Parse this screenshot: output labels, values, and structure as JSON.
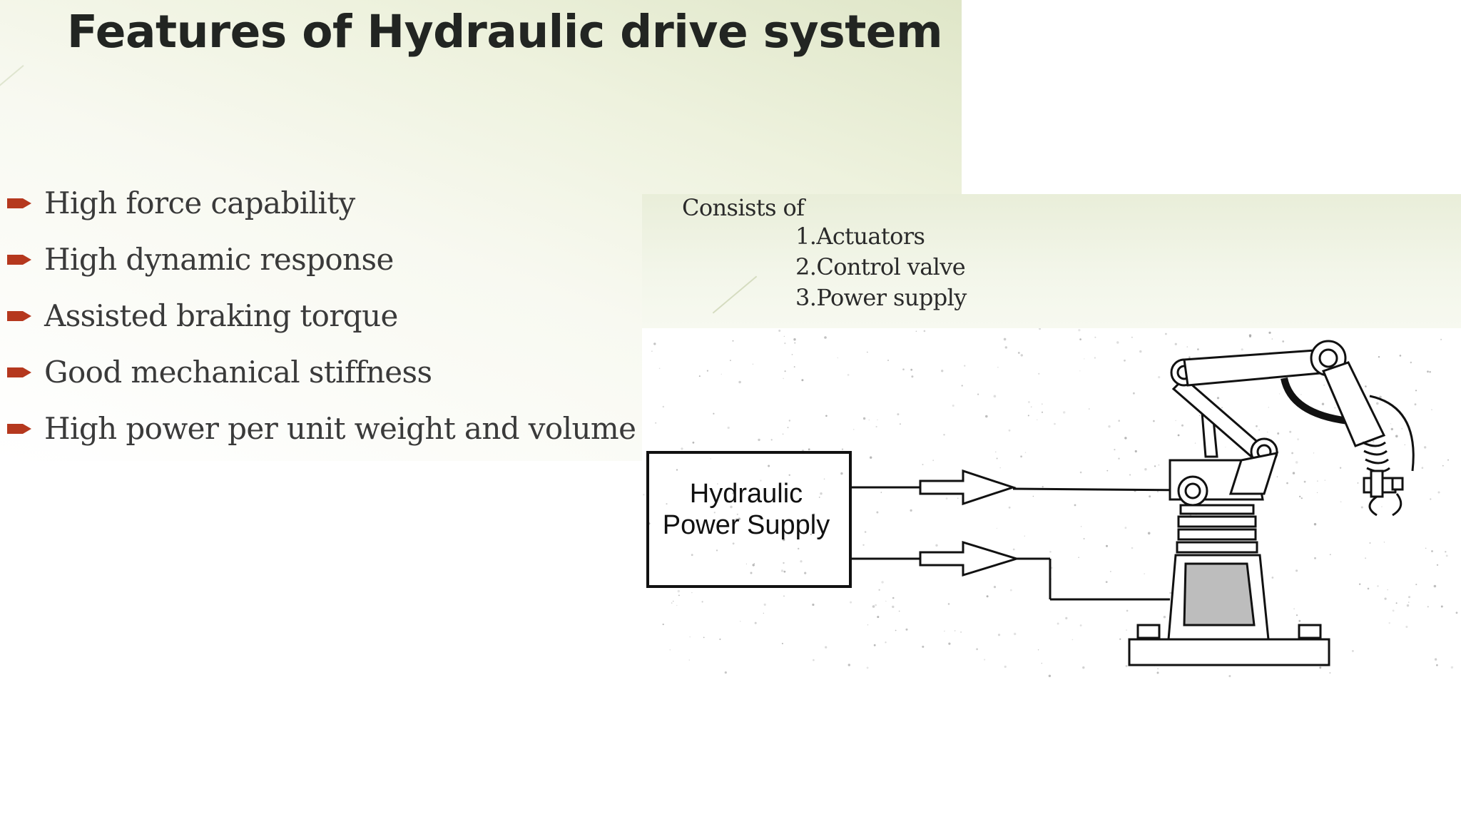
{
  "slide": {
    "title": "Features of Hydraulic drive system",
    "bullets": [
      "High force capability",
      "High dynamic response",
      "Assisted braking torque",
      "Good mechanical stiffness",
      "High power per unit weight and volume"
    ],
    "bullet_icon": "right-arrow-icon",
    "accent_color": "#b5381e"
  },
  "inset": {
    "consists_title": "Consists of",
    "items": [
      "1.Actuators",
      "2.Control valve",
      "3.Power supply"
    ]
  },
  "diagram": {
    "power_supply_line1": "Hydraulic",
    "power_supply_line2": "Power Supply",
    "robot_icon": "robot-arm-icon"
  }
}
